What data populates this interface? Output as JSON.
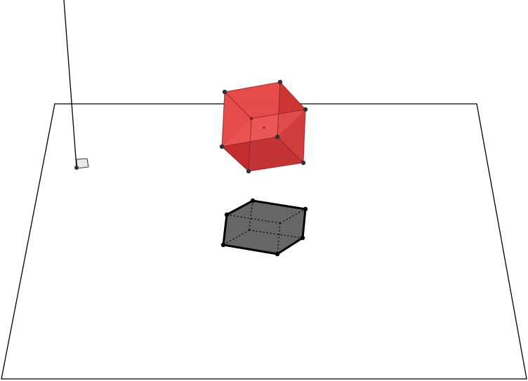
{
  "scene": {
    "description_visible_text": "",
    "colors": {
      "background": "#ffffff",
      "plane_stroke": "#000000",
      "cube_fill": "#e53935",
      "cube_fill_light": "#f06a68",
      "cube_fill_dark": "#c62828",
      "cube_edge": "#8b1a1a",
      "vertex": "#333333",
      "shadow_fill": "#616161",
      "shadow_edge": "#000000",
      "marker_fill": "#e0e0e0"
    },
    "objects": {
      "plane": "horizontal-plane",
      "solid": "cube",
      "projection": "cube-shadow",
      "line": "light-ray-line",
      "marker": "right-angle-marker"
    }
  }
}
